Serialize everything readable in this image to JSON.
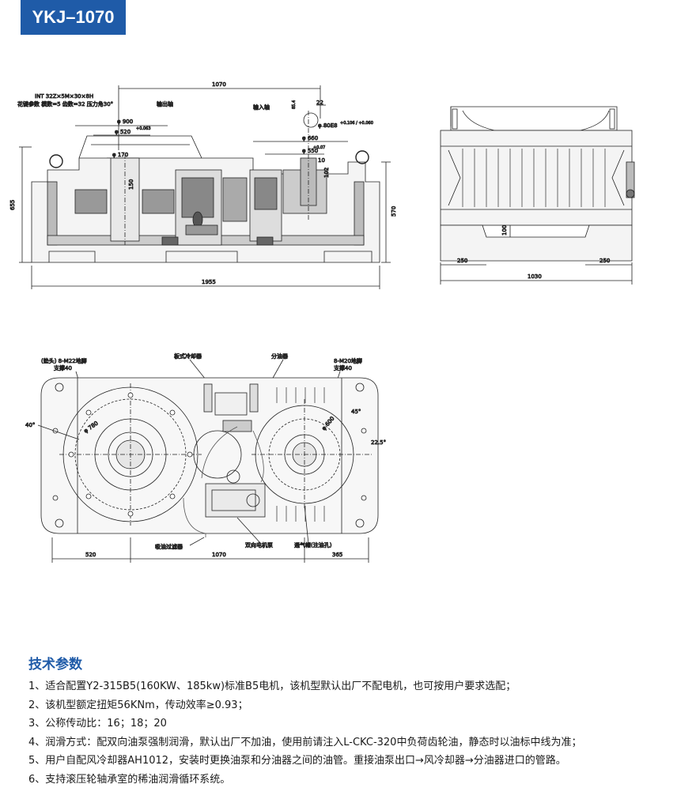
{
  "header": {
    "model": "YKJ–1070"
  },
  "front_view": {
    "dims": {
      "top_span": "1070",
      "total_length": "1955",
      "height_left": "655",
      "height_right": "570",
      "d900": "φ 900",
      "d520": "φ 520",
      "d520_tol": "+0.063",
      "d170": "φ 170",
      "d660": "φ 660",
      "d550": "φ 550",
      "d550_tol": "+0.07",
      "d80": "φ 80E8",
      "d80_tol": "+0.106 / +0.060",
      "key22": "22",
      "key85": "85.4",
      "val150": "150",
      "val10": "10",
      "val102": "102"
    },
    "notes": {
      "int_spec": "INT  32Z×5M×30×8H",
      "param_line": "花键参数 模数=5  齿数=32  压力角30°",
      "output_shaft": "输出轴",
      "input_shaft": "输入轴"
    }
  },
  "side_view": {
    "dims": {
      "left": "250",
      "right": "250",
      "width": "1030",
      "height": "100"
    }
  },
  "plan_view": {
    "labels": {
      "bolts_left": "(垫头) 8-M22地脚",
      "bolts_left_depth": "支撑40",
      "cooler": "板式冷却器",
      "distributor": "分油器",
      "bolts_right": "8-M20地脚",
      "bolts_right_depth": "支撑40",
      "filter": "吸油过滤器",
      "pump": "双向电机泵",
      "breather": "通气帽(注油孔)",
      "angle40": "40°",
      "angle45": "45°",
      "angle22": "22.5°",
      "bolt_circle_left": "φ 780",
      "bolt_circle_right": "φ 600"
    },
    "dims": {
      "left": "520",
      "middle": "1070",
      "right": "365"
    }
  },
  "specs": {
    "title": "技术参数",
    "items": [
      "1、适合配置Y2-315B5(160KW、185kw)标准B5电机，该机型默认出厂不配电机，也可按用户要求选配；",
      "2、该机型额定扭矩56KNm，传动效率≥0.93；",
      "3、公称传动比：16；18；20",
      "4、润滑方式：配双向油泵强制润滑，默认出厂不加油，使用前请注入L-CKC-320中负荷齿轮油，静态时以油标中线为准；",
      "5、用户自配风冷却器AH1012，安装时更换油泵和分油器之间的油管。重接油泵出口→风冷却器→分油器进口的管路。",
      "6、支持滚压轮轴承室的稀油润滑循环系统。"
    ]
  },
  "colors": {
    "accent": "#1f5ba8",
    "ink": "#1a1a1a",
    "background": "#ffffff"
  }
}
